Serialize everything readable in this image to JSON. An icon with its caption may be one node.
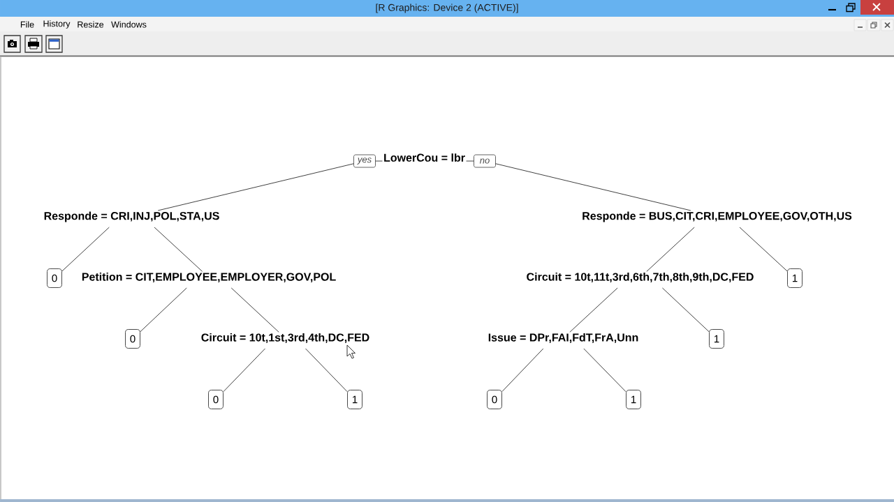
{
  "diagram": {
    "nodes": [
      {
        "text": [
          "LowerCou = lbr"
        ]
      },
      {
        "text": [
          "Responde = CRI,INJ,POL,STA,US"
        ]
      },
      {
        "text": [
          "Responde = BUS,CIT,CRI,EMPLOYEE,GOV,OTH,US"
        ]
      },
      {
        "text": [
          "0"
        ]
      },
      {
        "text": [
          "Petition = CIT,EMPLOYEE,EMPLOYER,GOV,POL"
        ]
      },
      {
        "text": [
          "Circuit = 10t,11t,3rd,6th,7th,8th,9th,DC,FED"
        ]
      },
      {
        "text": [
          "1"
        ]
      },
      {
        "text": [
          "0"
        ]
      },
      {
        "text": [
          "Circuit = 10t,1st,3rd,4th,DC,FED"
        ]
      },
      {
        "text": [
          "Issue = DPr,FAI,FdT,FrA,Unn"
        ]
      },
      {
        "text": [
          "1"
        ]
      },
      {
        "text": [
          "0"
        ]
      },
      {
        "text": [
          "1"
        ]
      },
      {
        "text": [
          "0"
        ]
      },
      {
        "text": [
          "1"
        ]
      }
    ],
    "edges": [
      {
        "from": 0,
        "to": 1,
        "arrow": "none",
        "label": "yes"
      },
      {
        "from": 0,
        "to": 2,
        "arrow": "none",
        "label": "no"
      },
      {
        "from": 1,
        "to": 3,
        "arrow": "none"
      },
      {
        "from": 1,
        "to": 4,
        "arrow": "none"
      },
      {
        "from": 2,
        "to": 5,
        "arrow": "none"
      },
      {
        "from": 2,
        "to": 6,
        "arrow": "none"
      },
      {
        "from": 4,
        "to": 7,
        "arrow": "none"
      },
      {
        "from": 4,
        "to": 8,
        "arrow": "none"
      },
      {
        "from": 5,
        "to": 9,
        "arrow": "none"
      },
      {
        "from": 5,
        "to": 10,
        "arrow": "none"
      },
      {
        "from": 8,
        "to": 11,
        "arrow": "none"
      },
      {
        "from": 8,
        "to": 12,
        "arrow": "none"
      },
      {
        "from": 9,
        "to": 13,
        "arrow": "none"
      },
      {
        "from": 9,
        "to": 14,
        "arrow": "none"
      }
    ],
    "labels": [
      "[R Graphics: Device 2 (ACTIVE)]",
      "File",
      "History",
      "Resize",
      "Windows"
    ]
  }
}
